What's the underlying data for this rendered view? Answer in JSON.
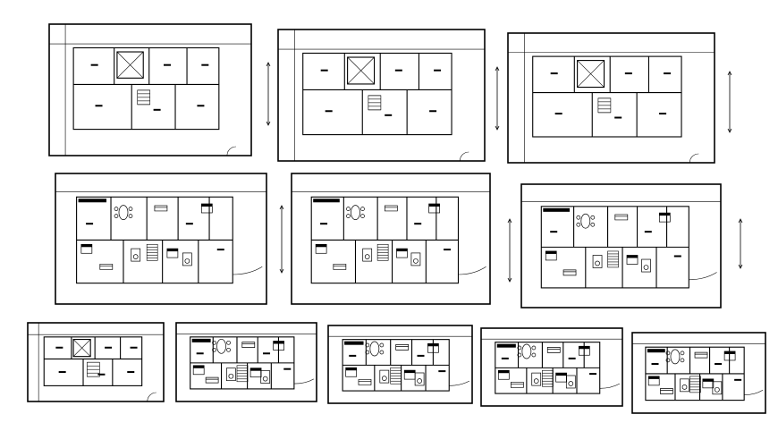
{
  "drawing": {
    "background": "#ffffff",
    "line_color": "#000000",
    "sheets": [
      {
        "id": "plan-1",
        "row": 1,
        "layout": "rooms-only"
      },
      {
        "id": "plan-2",
        "row": 1,
        "layout": "rooms-only"
      },
      {
        "id": "plan-3",
        "row": 1,
        "layout": "rooms-only"
      },
      {
        "id": "plan-4",
        "row": 2,
        "layout": "furnished"
      },
      {
        "id": "plan-5",
        "row": 2,
        "layout": "furnished"
      },
      {
        "id": "plan-6",
        "row": 2,
        "layout": "furnished"
      },
      {
        "id": "plan-7",
        "row": 3,
        "layout": "rooms-only"
      },
      {
        "id": "plan-8",
        "row": 3,
        "layout": "furnished"
      },
      {
        "id": "plan-9",
        "row": 3,
        "layout": "furnished"
      },
      {
        "id": "plan-10",
        "row": 3,
        "layout": "furnished"
      },
      {
        "id": "plan-11",
        "row": 3,
        "layout": "furnished"
      }
    ]
  }
}
